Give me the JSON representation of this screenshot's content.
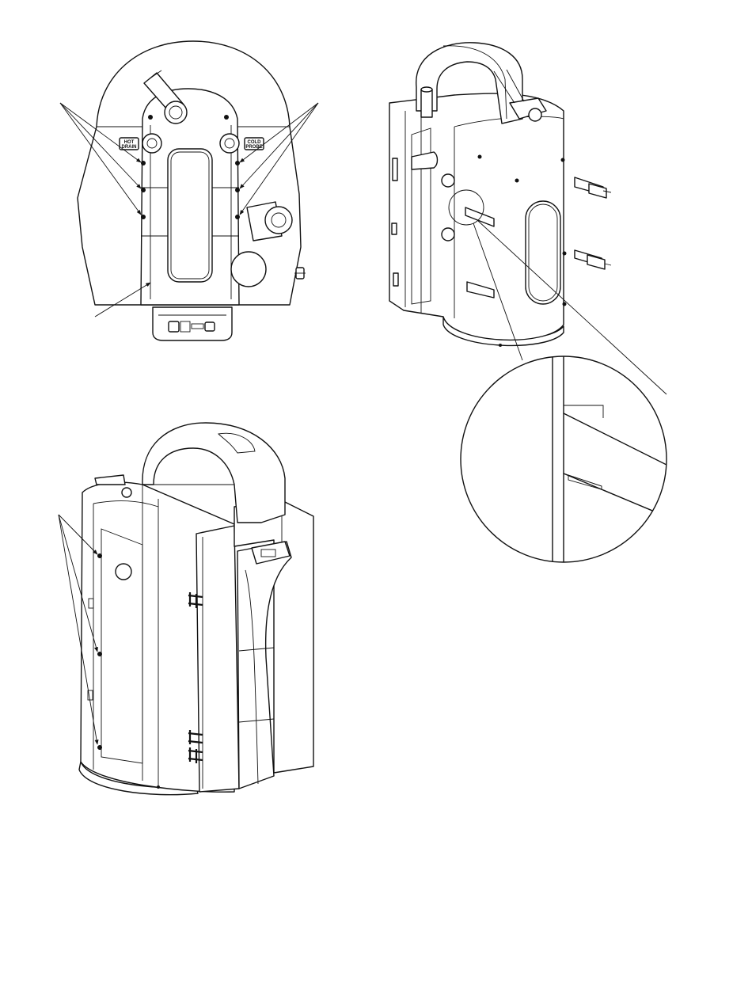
{
  "labels": {
    "hot_drain": [
      "HOT",
      "DRAIN"
    ],
    "cold_probe": [
      "COLD",
      "PROBE"
    ]
  }
}
